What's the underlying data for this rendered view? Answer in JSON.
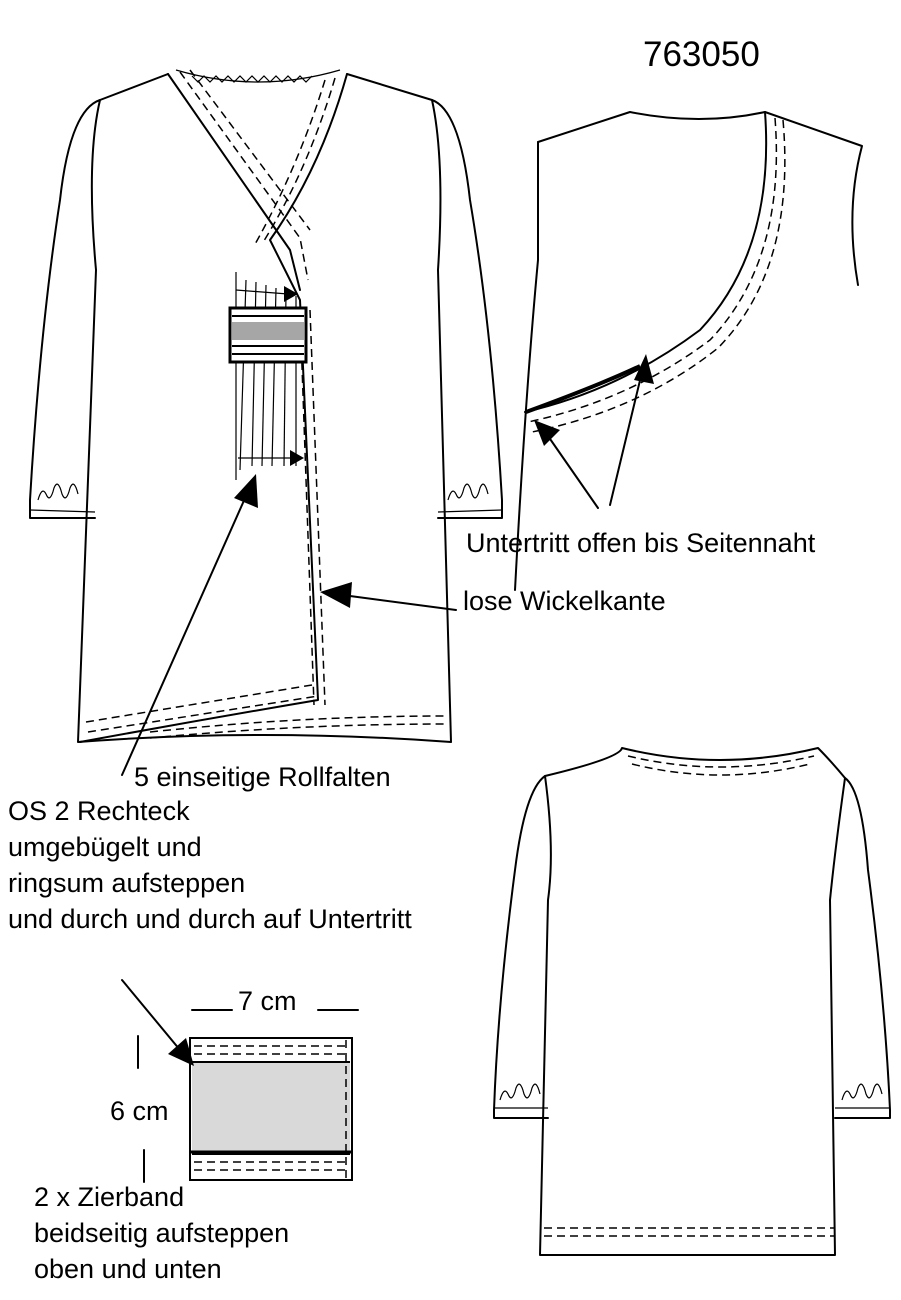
{
  "pattern_number": "763050",
  "labels": {
    "underlap": "Untertritt offen bis Seitennaht",
    "loose_edge": "lose Wickelkante",
    "pleats": "5 einseitige Rollfalten",
    "os2_lines": [
      "OS 2 Rechteck",
      "umgebügelt und",
      "ringsum aufsteppen",
      "und durch und durch auf Untertritt"
    ],
    "width": "7 cm",
    "height": "6 cm",
    "ribbon_lines": [
      "2 x Zierband",
      "beidseitig aufsteppen",
      "oben und unten"
    ]
  },
  "colors": {
    "ink": "#000000",
    "fill_gray": "#d9d9d9",
    "band_gray": "#a6a6a6"
  }
}
